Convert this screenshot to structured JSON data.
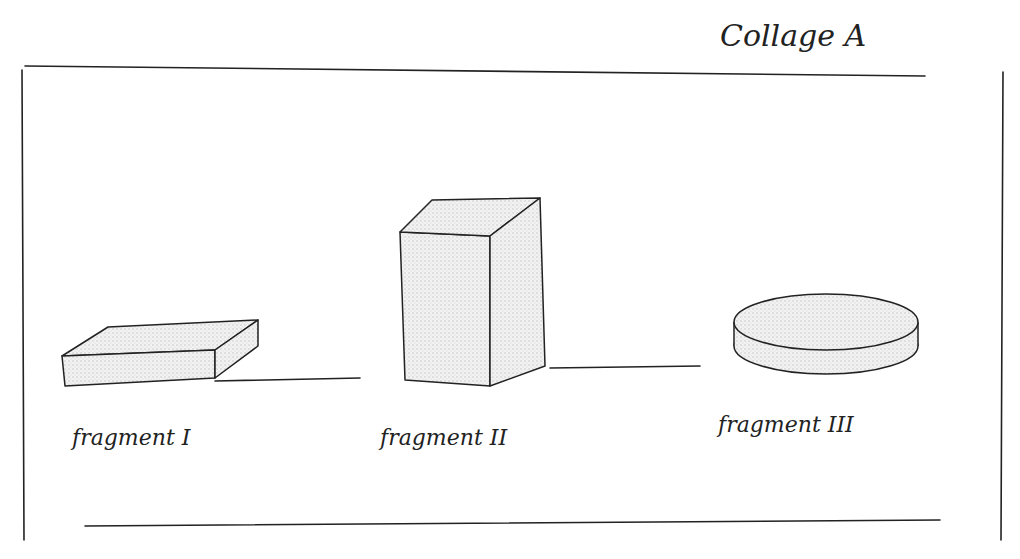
{
  "diagram": {
    "title": "Collage A",
    "labels": [
      "fragment I",
      "fragment II",
      "fragment III"
    ]
  }
}
